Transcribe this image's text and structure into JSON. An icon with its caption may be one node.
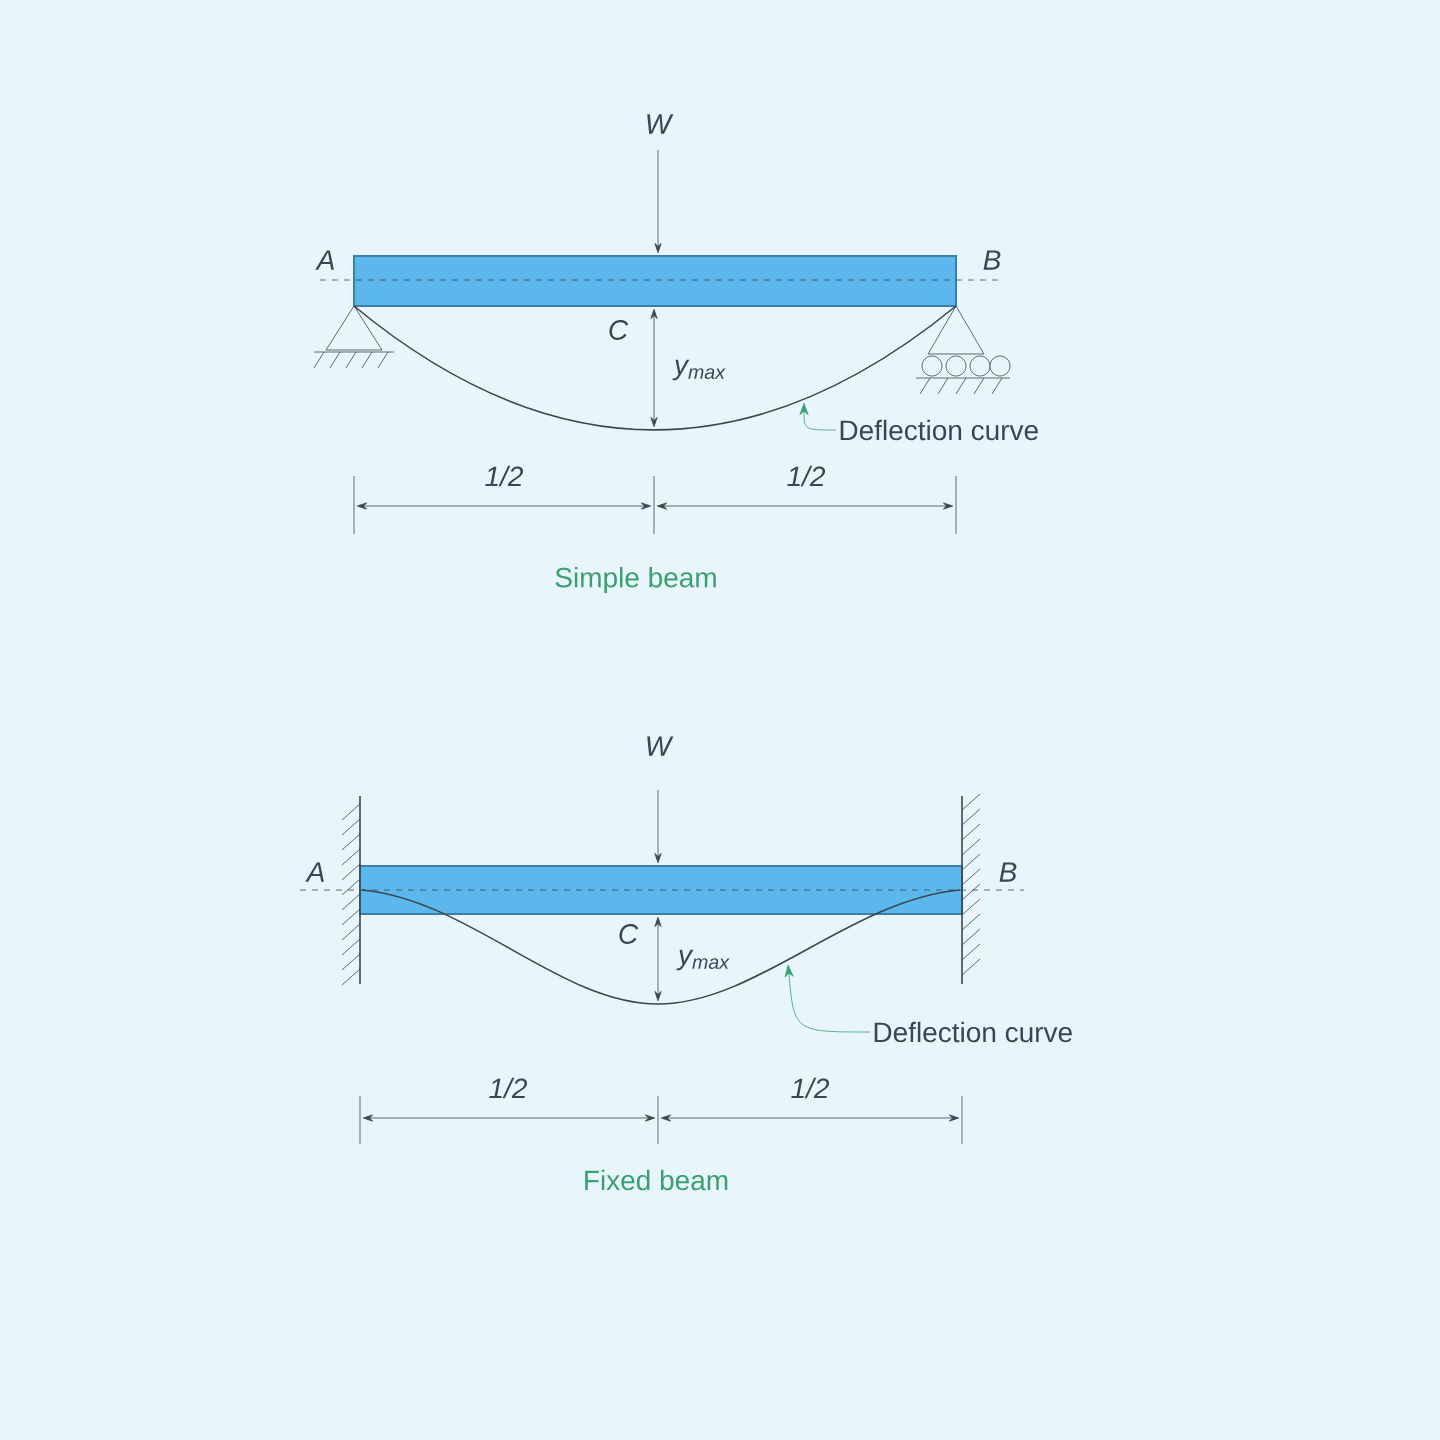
{
  "diagram": {
    "nodes": [
      {
        "text": [
          "Deflection curve"
        ]
      },
      {
        "text": [
          "Deflection curve"
        ]
      },
      {
        "text": [],
        "shape": "curve"
      },
      {
        "text": [],
        "shape": "curve"
      }
    ],
    "edges": [
      {
        "from": 0,
        "to": 2,
        "arrow": "to",
        "color": "#3aa070"
      },
      {
        "from": 1,
        "to": 3,
        "arrow": "to",
        "color": "#3aa070"
      }
    ],
    "labels": [
      "W",
      "A",
      "B",
      "C",
      "y$_{max}$",
      "1/2",
      "1/2",
      "Simple beam",
      "W",
      "A",
      "B",
      "C",
      "y$_{max}$",
      "1/2",
      "1/2",
      "Fixed beam"
    ]
  }
}
